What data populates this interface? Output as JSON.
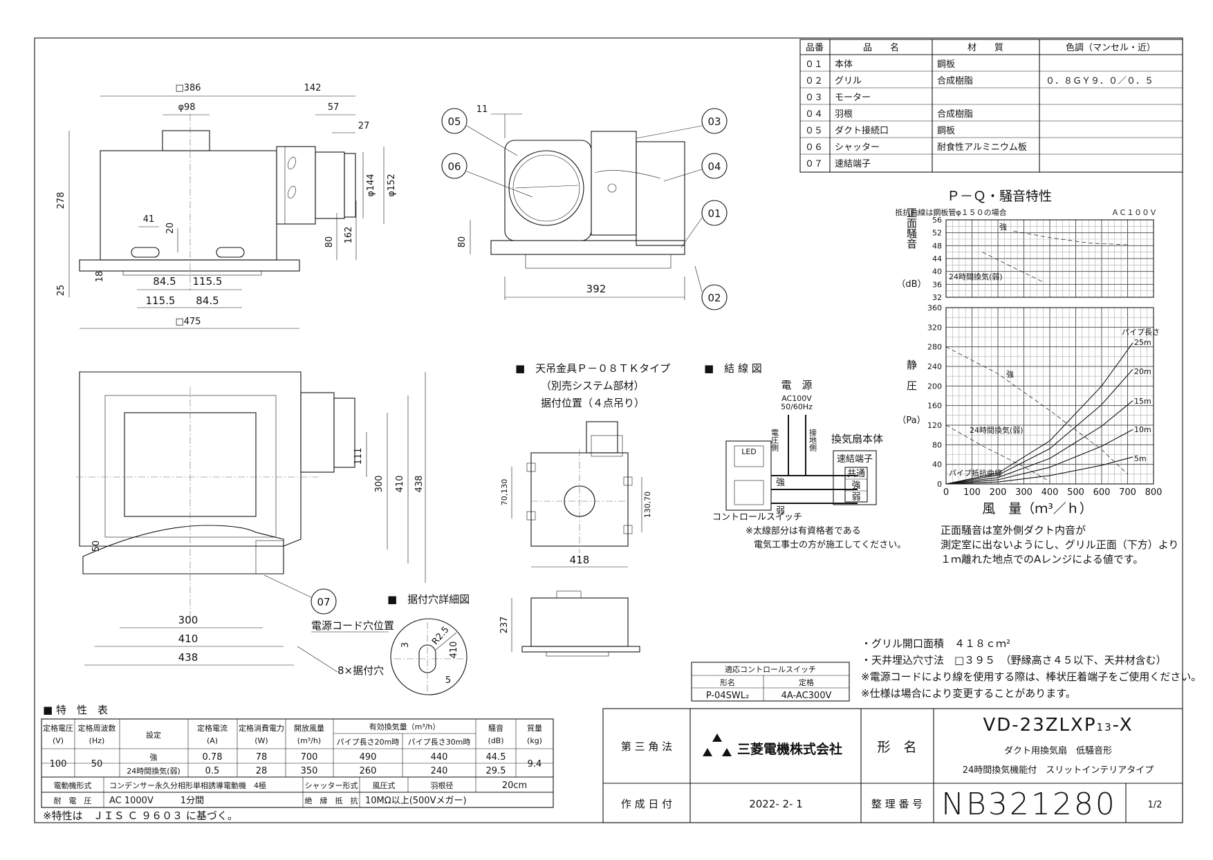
{
  "parts_table": {
    "headers": [
      "品番",
      "品　　名",
      "材　　質",
      "色調（マンセル・近）"
    ],
    "rows": [
      [
        "０１",
        "本体",
        "鋼板",
        ""
      ],
      [
        "０２",
        "グリル",
        "合成樹脂",
        "０．８ＧＹ９．０／０．５"
      ],
      [
        "０３",
        "モーター",
        "",
        ""
      ],
      [
        "０４",
        "羽根",
        "合成樹脂",
        ""
      ],
      [
        "０５",
        "ダクト接続口",
        "鋼板",
        ""
      ],
      [
        "０６",
        "シャッター",
        "耐食性アルミニウム板",
        ""
      ],
      [
        "０７",
        "速結端子",
        "",
        ""
      ]
    ]
  },
  "drawing": {
    "front": {
      "dims": [
        "□386",
        "142",
        "φ98",
        "57",
        "27",
        "278",
        "φ144",
        "φ152",
        "41",
        "20",
        "80",
        "162",
        "18",
        "84.5",
        "115.5",
        "115.5",
        "84.5",
        "25",
        "□475"
      ]
    },
    "side": {
      "dims": [
        "11",
        "80",
        "392"
      ],
      "callouts": [
        "05",
        "06",
        "03",
        "04",
        "01",
        "02"
      ]
    },
    "plan": {
      "dims": [
        "111",
        "300",
        "410",
        "438",
        "50",
        "300",
        "410",
        "438"
      ],
      "callouts": [
        "07"
      ],
      "labels": [
        "電源コード穴位置",
        "8×据付穴"
      ]
    },
    "hanger": {
      "title": "■　天吊金具Ｐ－０８ＴＫタイプ",
      "subtitle": "（別売システム部材）",
      "subtitle2": "据付位置（４点吊り）",
      "dims": [
        "70,130",
        "130,70",
        "418",
        "237"
      ]
    },
    "hole_detail": {
      "title": "■　据付穴詳細図",
      "dims": [
        "R2.5",
        "410",
        "3",
        "5"
      ]
    }
  },
  "wiring": {
    "title": "■　結 線 図",
    "power_title": "電　源",
    "power_spec": "AC100V",
    "power_hz": "50/60Hz",
    "voltage_side": "電圧側",
    "ground_side": "接地側",
    "fan_body": "換気扇本体",
    "terminal": "速結端子",
    "terminal_rows": [
      "共通",
      "強",
      "弱"
    ],
    "led": "LED",
    "strong": "強",
    "weak": "弱",
    "switch_label": "コントロールスイッチ",
    "note1": "※太線部分は有資格者である",
    "note2": "電気工事士の方が施工してください。"
  },
  "pq_chart": {
    "title": "Ｐ－Ｑ・騒音特性",
    "noise_note": "抵抗曲線は鋼板管φ１５０の場合",
    "ac": "ＡＣ１００Ｖ",
    "noise_ylabel": "正面騒音",
    "noise_unit": "（dB）",
    "pressure_ylabel": "静　圧",
    "pressure_unit": "（Pa）",
    "xlabel": "風　量（ｍ³／ｈ）",
    "noise_ticks": [
      "56",
      "52",
      "48",
      "44",
      "40",
      "36",
      "32"
    ],
    "pressure_ticks": [
      "360",
      "320",
      "280",
      "240",
      "200",
      "160",
      "120",
      "80",
      "40",
      "0"
    ],
    "x_ticks": [
      "0",
      "100",
      "200",
      "300",
      "400",
      "500",
      "600",
      "700",
      "800"
    ],
    "curve_labels": {
      "strong": "強",
      "weak": "24時間換気(弱)",
      "pipe": "パイプ抵抗曲線",
      "pipe_len": "パイプ長さ"
    },
    "pipe_lengths": [
      "25m",
      "20m",
      "15m",
      "10m",
      "5m"
    ],
    "note_lines": [
      "正面騒音は室外側ダクト内音が",
      "測定室に出ないようにし、グリル正面（下方）より",
      "１ｍ離れた地点でのAレンジによる値です。"
    ]
  },
  "chart_data": {
    "type": "line",
    "panels": [
      {
        "ylabel": "正面騒音",
        "xlabel": "風　量（ｍ³／ｈ）",
        "xlim": [
          0,
          800
        ],
        "ylim": [
          32,
          56
        ],
        "series": [
          {
            "name": "強",
            "x": [
              260,
              400,
              550,
              700
            ],
            "y": [
              52.5,
              50.5,
              48.8,
              48.3
            ]
          },
          {
            "name": "24時間換気(弱)",
            "x": [
              140,
              240,
              380
            ],
            "y": [
              46,
              42,
              36.5
            ]
          }
        ]
      },
      {
        "ylabel": "静　圧",
        "xlabel": "風　量（ｍ³／ｈ）",
        "xlim": [
          0,
          800
        ],
        "ylim": [
          0,
          360
        ],
        "series": [
          {
            "name": "強",
            "x": [
              0,
              200,
              400,
              600,
              700
            ],
            "y": [
              280,
              225,
              150,
              70,
              20
            ]
          },
          {
            "name": "24時間換気(弱)",
            "x": [
              0,
              150,
              300,
              400
            ],
            "y": [
              120,
              75,
              35,
              5
            ]
          },
          {
            "name": "25m",
            "x": [
              0,
              200,
              400,
              600,
              720
            ],
            "y": [
              0,
              22,
              88,
              200,
              288
            ]
          },
          {
            "name": "20m",
            "x": [
              0,
              200,
              400,
              600,
              720
            ],
            "y": [
              0,
              18,
              72,
              162,
              234
            ]
          },
          {
            "name": "15m",
            "x": [
              0,
              200,
              400,
              600,
              720
            ],
            "y": [
              0,
              13,
              52,
              118,
              170
            ]
          },
          {
            "name": "10m",
            "x": [
              0,
              200,
              400,
              600,
              720
            ],
            "y": [
              0,
              8.5,
              34,
              77,
              111
            ]
          },
          {
            "name": "5m",
            "x": [
              0,
              200,
              400,
              600,
              720
            ],
            "y": [
              0,
              4,
              17,
              38,
              55
            ]
          }
        ]
      }
    ]
  },
  "spec_table": {
    "title": "■ 特　性　表",
    "h": [
      "定格電圧\n(V)",
      "定格周波数\n(Hz)",
      "設定",
      "定格電流\n(A)",
      "定格消費電力\n(W)",
      "風量\n(m³/h)",
      "有効換気量（m³/h）",
      "騒音\n(dB)",
      "質量\n(kg)"
    ],
    "h_voltage": "定格電圧",
    "h_voltage_u": "(V)",
    "h_freq": "定格周波数",
    "h_freq_u": "(Hz)",
    "h_setting": "設定",
    "h_current": "定格電流",
    "h_current_u": "(A)",
    "h_power": "定格消費電力",
    "h_power_u": "(W)",
    "h_flow": "開放風量",
    "h_flow_u": "(m³/h)",
    "h_eff": "有効換気量（m³/h）",
    "h_eff_20": "パイプ長さ20m時",
    "h_eff_30": "パイプ長さ30m時",
    "h_noise": "騒音",
    "h_noise_u": "(dB)",
    "h_mass": "質量",
    "h_mass_u": "(kg)",
    "voltage": "100",
    "freq": "50",
    "mass": "9.4",
    "rows": [
      {
        "setting": "強",
        "current": "0.78",
        "power": "78",
        "flow": "700",
        "eff20": "490",
        "eff30": "440",
        "noise": "44.5"
      },
      {
        "setting": "24時間換気(弱)",
        "current": "0.5",
        "power": "28",
        "flow": "350",
        "eff20": "260",
        "eff30": "240",
        "noise": "29.5"
      }
    ],
    "motor_label": "電動機形式",
    "motor": "コンデンサー永久分相形単相誘導電動機　4極",
    "shutter_label": "シャッター形式",
    "shutter": "風圧式",
    "blade_label": "羽根径",
    "blade": "20cm",
    "withstand_label": "耐　電　圧",
    "withstand": "AC 1000V　　　1分間",
    "insul_label": "絶　縁　抵　抗",
    "insul": "10MΩ以上(500Vメガー)",
    "footnote": "※特性は　ＪＩＳ Ｃ ９６０３ に基づく。"
  },
  "switch_table": {
    "title": "適応コントロールスイッチ",
    "h1": "形名",
    "h2": "定格",
    "model": "P-04SWL₂",
    "rating": "4A-AC300V"
  },
  "notes": [
    "・グリル開口面積　４１８ｃｍ²",
    "・天井埋込穴寸法　□３９５　（野縁高さ４５以下、天井材含む）",
    "※電源コードにより線を使用する際は、棒状圧着端子をご使用ください。",
    "※仕様は場合により変更することがあります。"
  ],
  "title_block": {
    "projection": "第 三 角 法",
    "company": "三菱電機株式会社",
    "model_label": "形　名",
    "model_main": "VD-23ZLXP",
    "model_sub": "13",
    "model_tail": "-X",
    "desc1": "ダクト用換気扇　低騒音形",
    "desc2": "24時間換気機能付　スリットインテリアタイプ",
    "date_label": "作 成 日 付",
    "date": "2022- 2- 1",
    "number_label": "整 理 番 号",
    "number": "NB321280",
    "page": "1/2"
  }
}
